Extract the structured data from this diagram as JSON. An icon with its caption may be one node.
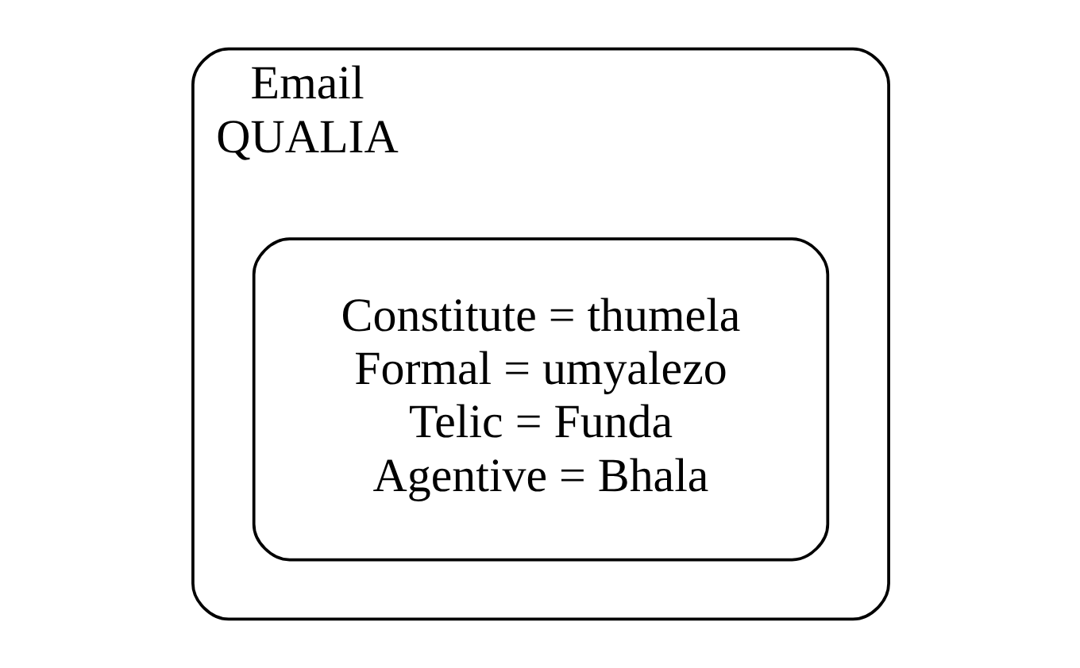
{
  "diagram": {
    "nodes": [
      {
        "text": [
          "Email",
          "QUALIA"
        ]
      },
      {
        "text": [
          "Constitute = thumela",
          "Formal = umyalezo",
          "Telic = Funda",
          "Agentive = Bhala"
        ],
        "in": 0
      }
    ]
  }
}
